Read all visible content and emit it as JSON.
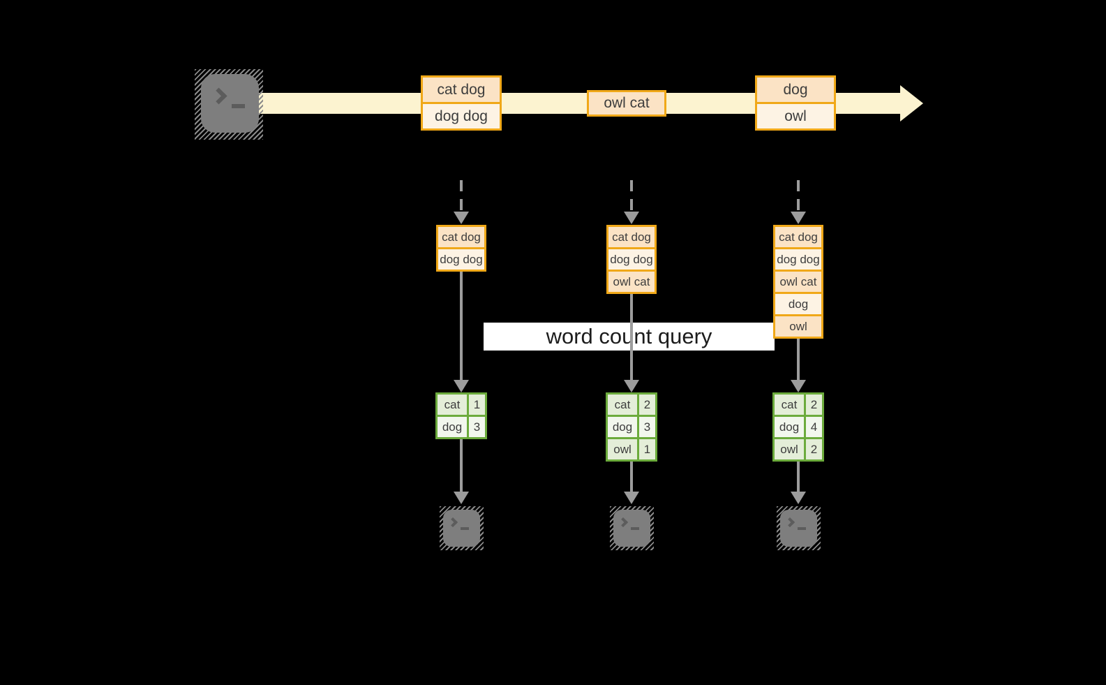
{
  "colors": {
    "background": "#000000",
    "stream-band": "#fcf3d0",
    "box-border-orange": "#f0a818",
    "cell-peach-dark": "#fbe3c5",
    "cell-peach-light": "#fdf3e4",
    "table-border-green": "#6cab3c",
    "cell-green-dark": "#e4eed8",
    "cell-green-light": "#f2f7ed",
    "arrow-gray": "#9c9c9c",
    "terminal-gray": "#7e7e7e",
    "terminal-glyph": "#5c5c5c",
    "text-dark": "#3d3d3d",
    "query-text": "#1c1c1c"
  },
  "query": {
    "label": "word count query"
  },
  "stream": {
    "source_icon": "terminal-prompt",
    "events": [
      {
        "lines": [
          "cat dog",
          "dog dog"
        ]
      },
      {
        "lines": [
          "owl cat"
        ]
      },
      {
        "lines": [
          "dog",
          "owl"
        ]
      }
    ]
  },
  "columns": [
    {
      "state": [
        "cat dog",
        "dog dog"
      ],
      "counts": [
        {
          "word": "cat",
          "count": "1"
        },
        {
          "word": "dog",
          "count": "3"
        }
      ]
    },
    {
      "state": [
        "cat dog",
        "dog dog",
        "owl cat"
      ],
      "counts": [
        {
          "word": "cat",
          "count": "2"
        },
        {
          "word": "dog",
          "count": "3"
        },
        {
          "word": "owl",
          "count": "1"
        }
      ]
    },
    {
      "state": [
        "cat dog",
        "dog dog",
        "owl cat",
        "dog",
        "owl"
      ],
      "counts": [
        {
          "word": "cat",
          "count": "2"
        },
        {
          "word": "dog",
          "count": "4"
        },
        {
          "word": "owl",
          "count": "2"
        }
      ]
    }
  ]
}
